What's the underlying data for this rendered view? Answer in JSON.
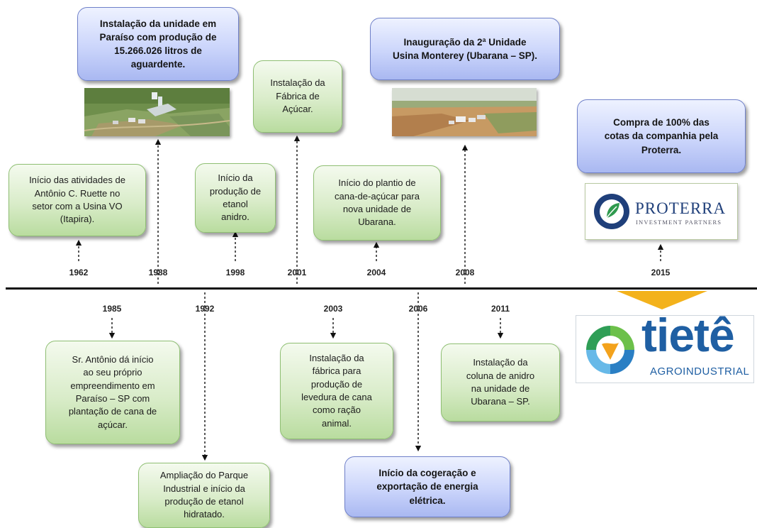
{
  "years_top": [
    "1962",
    "1988",
    "1998",
    "2001",
    "2004",
    "2008",
    "2015"
  ],
  "years_bottom": [
    "1985",
    "1992",
    "2003",
    "2006",
    "2011"
  ],
  "events": {
    "e1962": "Início das atividades de\nAntônio C. Ruette no\nsetor com a Usina VO\n(Itapira).",
    "e1988": "Instalação da unidade em\nParaíso com produção de\n15.266.026 litros de\naguardente.",
    "e1998": "Início da\nprodução de\netanol\nanidro.",
    "e2001": "Instalação da\nFábrica de\nAçúcar.",
    "e2004": "Início do plantio de\ncana-de-açúcar para\nnova unidade de\nUbarana.",
    "e2008": "Inauguração da 2ª Unidade\nUsina Monterey (Ubarana – SP).",
    "e2015": "Compra de 100% das\ncotas da companhia pela\nProterra.",
    "e1985": "Sr. Antônio dá início\nao seu próprio\nempreendimento em\nParaíso – SP com\nplantação de cana de\naçúcar.",
    "e1992": "Ampliação do Parque\nIndustrial e início da\nprodução de etanol\nhidratado.",
    "e2003": "Instalação da\nfábrica para\nprodução de\nlevedura de cana\ncomo ração\nanimal.",
    "e2006": "Início da cogeração e\nexportação de energia\nelétrica.",
    "e2011": "Instalação da\ncoluna de anidro\nna unidade de\nUbarana – SP."
  },
  "logos": {
    "proterra_name": "PROTERRA",
    "proterra_tagline": "INVESTMENT PARTNERS",
    "tiete_name": "tietê",
    "tiete_tagline": "AGROINDUSTRIAL"
  },
  "colors": {
    "green_box": "#d9ecc9",
    "blue_box": "#cbd5fb",
    "axis": "#111111",
    "proterra_blue": "#1f3f7a",
    "tiete_blue": "#1f5fa3",
    "arrow_yellow": "#f3b21c"
  }
}
